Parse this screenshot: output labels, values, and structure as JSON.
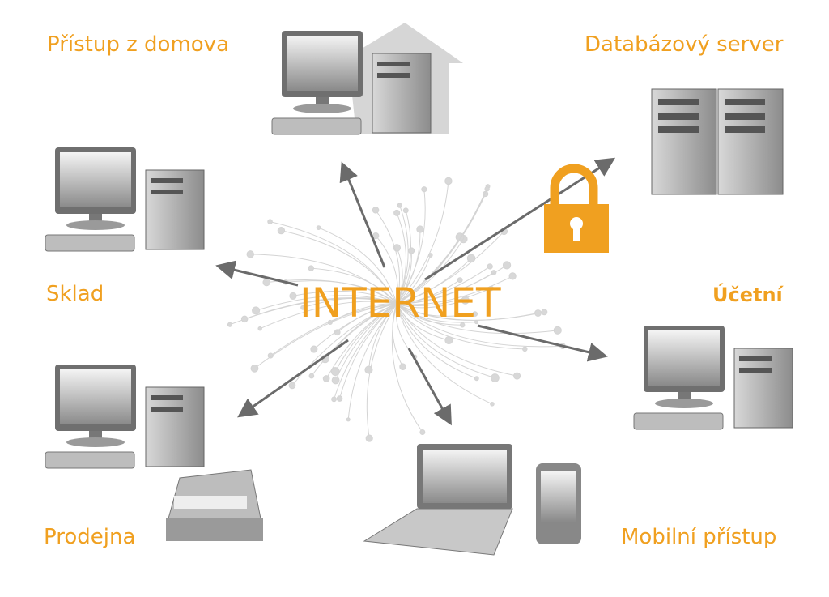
{
  "labels": {
    "home": "Přístup z domova",
    "db": "Databázový server",
    "warehouse": "Sklad",
    "accountant": "Účetní",
    "shop": "Prodejna",
    "mobile": "Mobilní přístup"
  },
  "center": "INTERNET",
  "colors": {
    "accent": "#f0a020",
    "arrow": "#6b6b6b"
  }
}
